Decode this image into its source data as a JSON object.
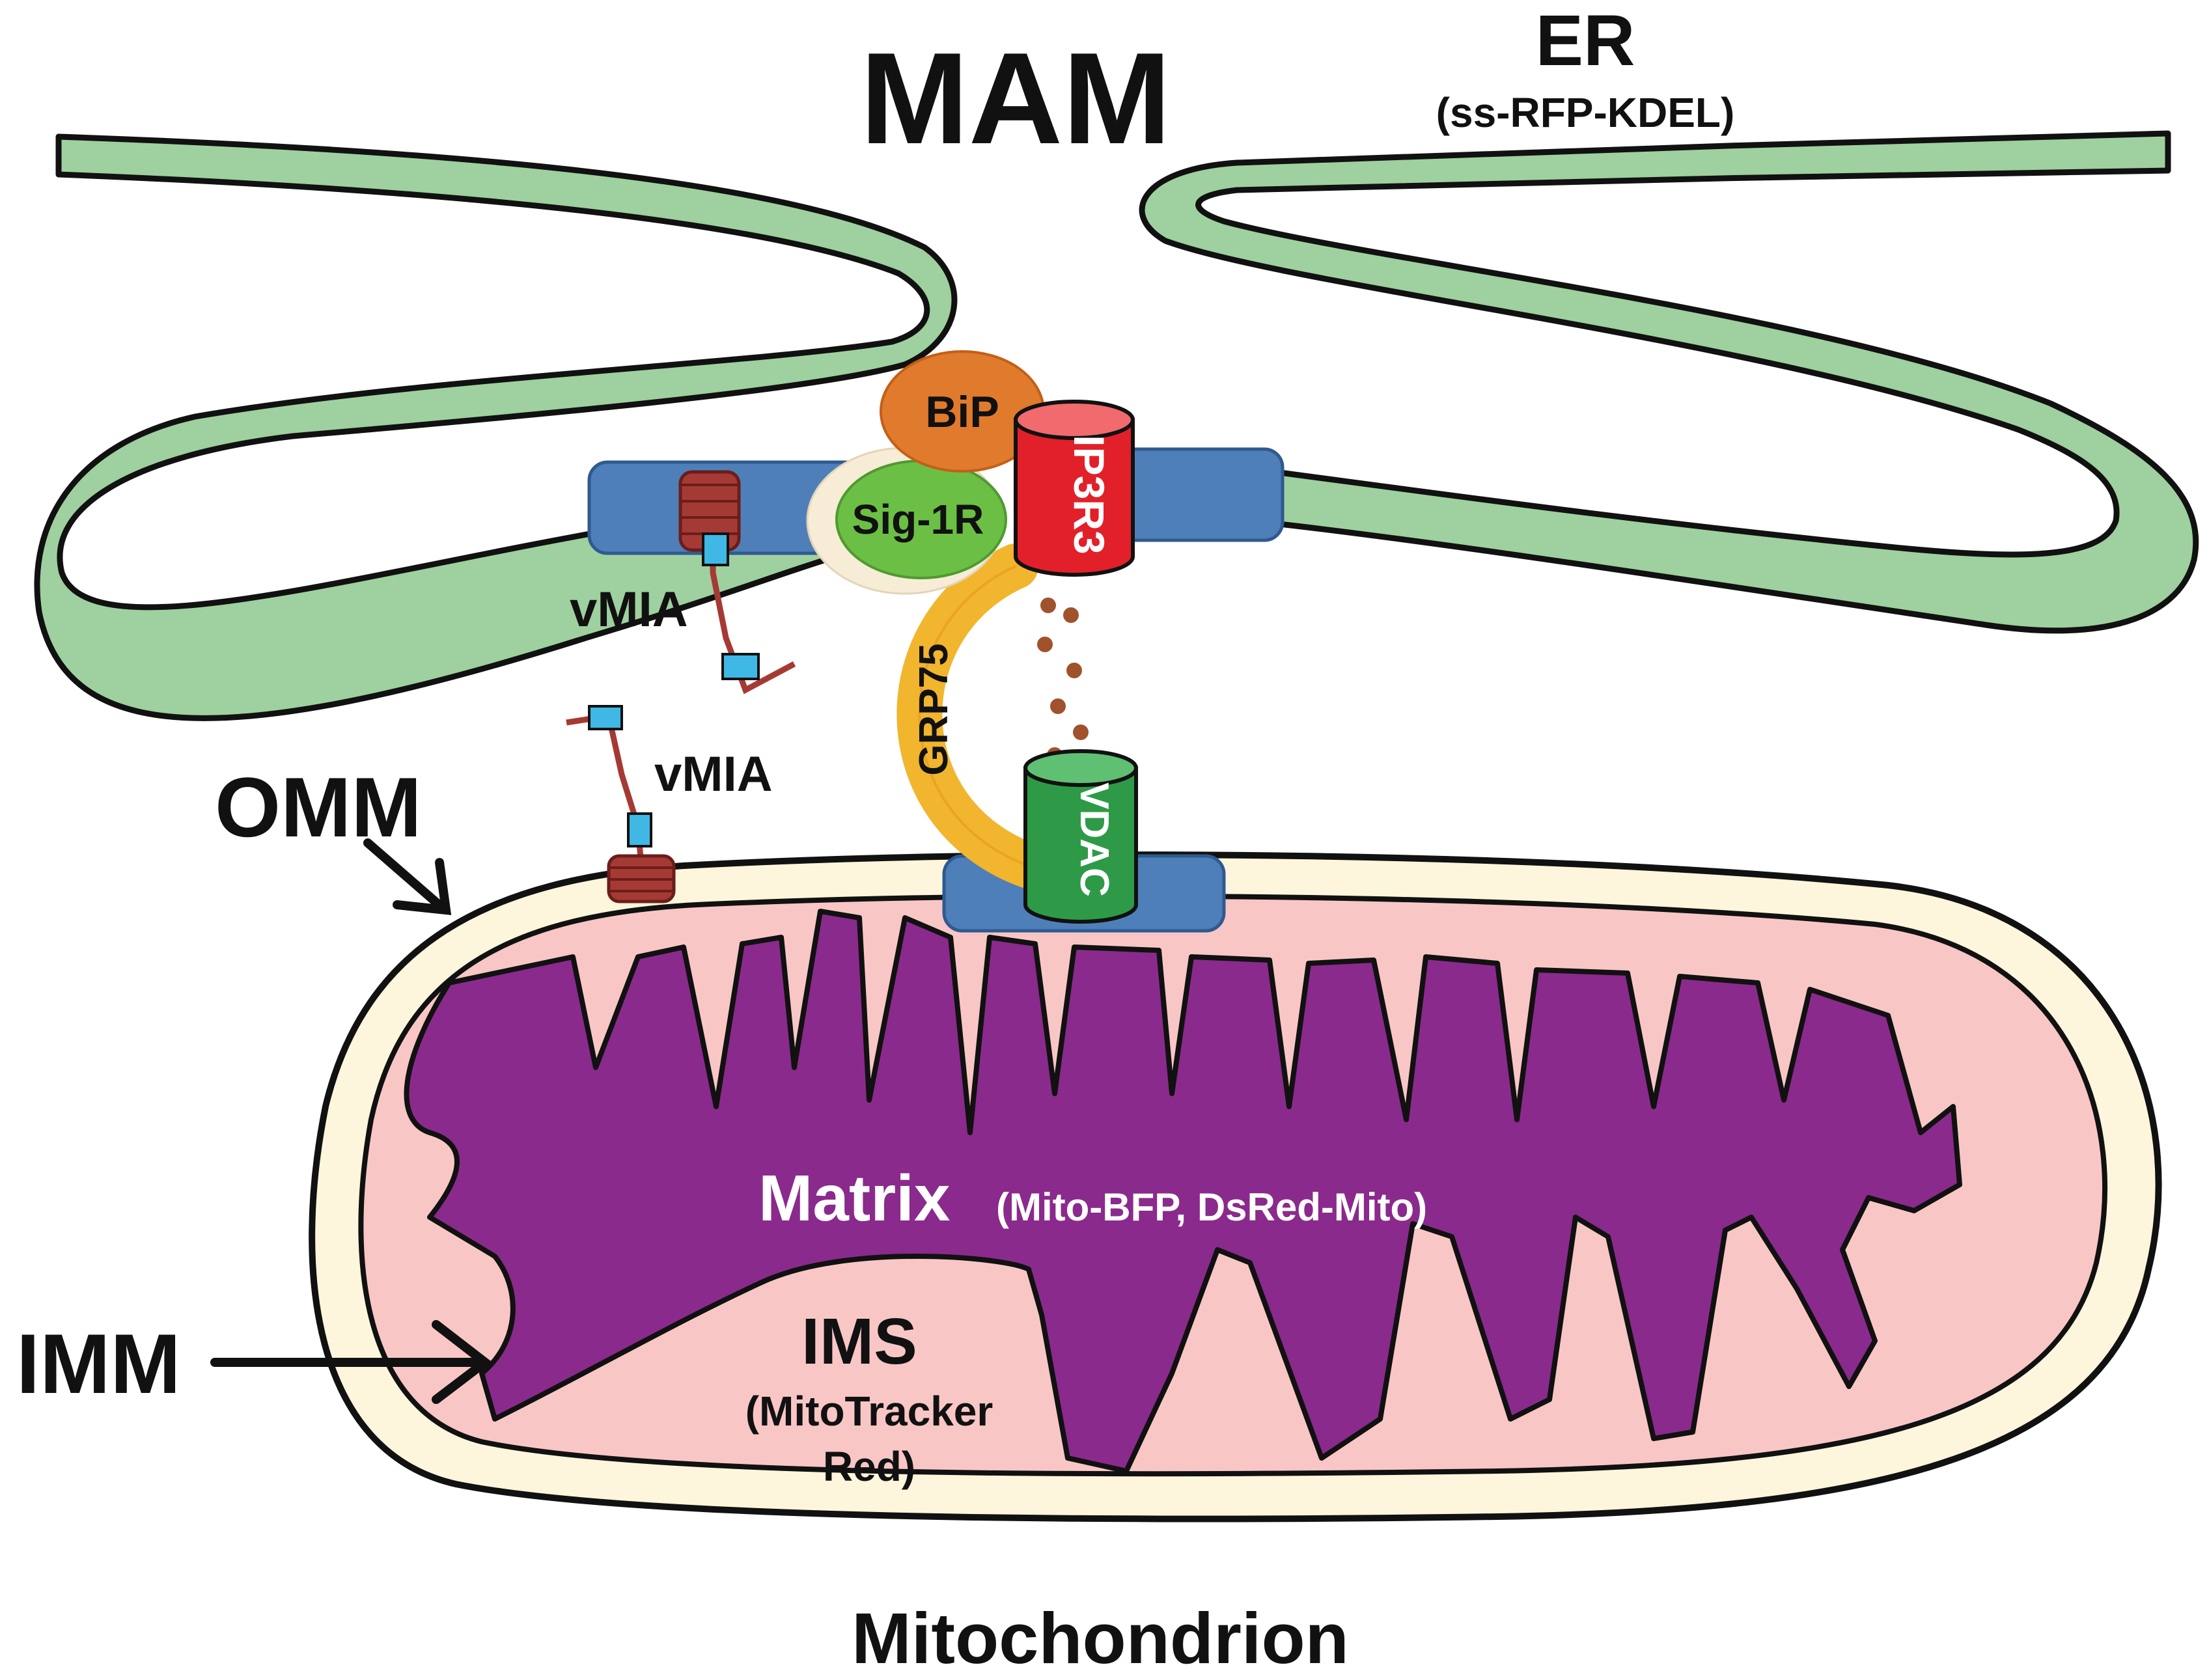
{
  "labels": {
    "mam": "MAM",
    "er": "ER",
    "er_marker": "(ss-RFP-KDEL)",
    "bip": "BiP",
    "sig1r": "Sig-1R",
    "ip3r3": "IP3R3",
    "grp75": "GRP75",
    "vdac": "VDAC",
    "vmia_er": "vMIA",
    "vmia_mito": "vMIA",
    "omm": "OMM",
    "imm": "IMM",
    "matrix": "Matrix",
    "matrix_markers": "(Mito-BFP, DsRed-Mito)",
    "ims": "IMS",
    "ims_marker_line1": "(MitoTracker",
    "ims_marker_line2": "Red)",
    "mitochondrion": "Mitochondrion"
  },
  "colors": {
    "er_lumen": "#9fd09f",
    "mam_membrane": "#4f7fb8",
    "bip": "#e07a2c",
    "sig1r": "#6cbf45",
    "sig1r_halo": "#f7ecd6",
    "ip3r3": "#e2202a",
    "grp75": "#f2b52e",
    "vdac": "#2e9a48",
    "omm_ims_space": "#fdf6dc",
    "ims": "#f9c6c6",
    "matrix": "#8a2a8c",
    "vmia_tm": "#a53a34",
    "vmia_domain": "#3fb8e6",
    "calcium": "#a0522d"
  }
}
